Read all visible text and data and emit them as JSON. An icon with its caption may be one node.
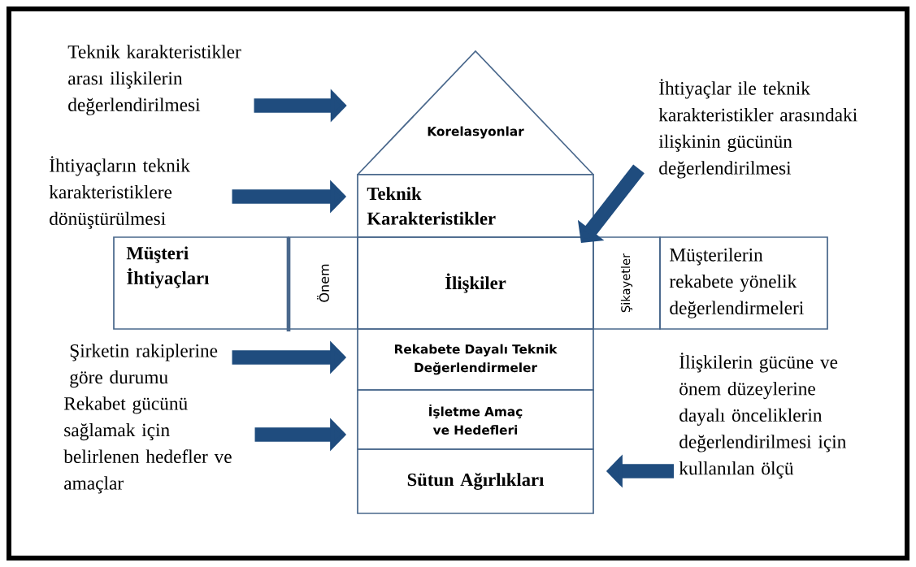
{
  "diagram": {
    "nodes": [
      {
        "text": [
          "Teknik karakteristikler arası ilişkilerin değerlendirilmesi"
        ]
      },
      {
        "text": [
          "Korelasyonlar"
        ]
      },
      {
        "text": [
          "İhtiyaçların teknik karakteristiklere dönüştürülmesi"
        ]
      },
      {
        "text": [
          "Teknik Karakteristikler"
        ]
      },
      {
        "text": [
          "İhtiyaçlar ile teknik karakteristikler arasındaki ilişkinin gücünün değerlendirilmesi"
        ]
      },
      {
        "text": [
          "Müşteri İhtiyaçları"
        ]
      },
      {
        "text": [
          "Önem"
        ]
      },
      {
        "text": [
          "İlişkiler"
        ]
      },
      {
        "text": [
          "Şikayetler"
        ]
      },
      {
        "text": [
          "Müşterilerin rekabete yönelik değerlendirmeleri"
        ]
      },
      {
        "text": [
          "Şirketin rakiplerine göre durumu"
        ]
      },
      {
        "text": [
          "Rekabete Dayalı Teknik Değerlendirmeler"
        ]
      },
      {
        "text": [
          "İlişkilerin gücüne ve önem düzeylerine dayalı önceliklerin değerlendirilmesi için kullanılan ölçü"
        ]
      },
      {
        "text": [
          "İşletme Amaç ve Hedefleri"
        ]
      },
      {
        "text": [
          "Rekabet gücünü sağlamak için belirlenen hedefler ve amaçlar"
        ]
      },
      {
        "text": [
          "Sütun Ağırlıkları"
        ]
      }
    ],
    "edges": [
      {
        "from": 0,
        "to": 1,
        "arrow": "to"
      },
      {
        "from": 2,
        "to": 3,
        "arrow": "to"
      },
      {
        "from": 4,
        "to": 7,
        "arrow": "to"
      },
      {
        "from": 10,
        "to": 11,
        "arrow": "to"
      },
      {
        "from": 14,
        "to": 13,
        "arrow": "to"
      },
      {
        "from": 12,
        "to": 15,
        "arrow": "to"
      }
    ]
  }
}
